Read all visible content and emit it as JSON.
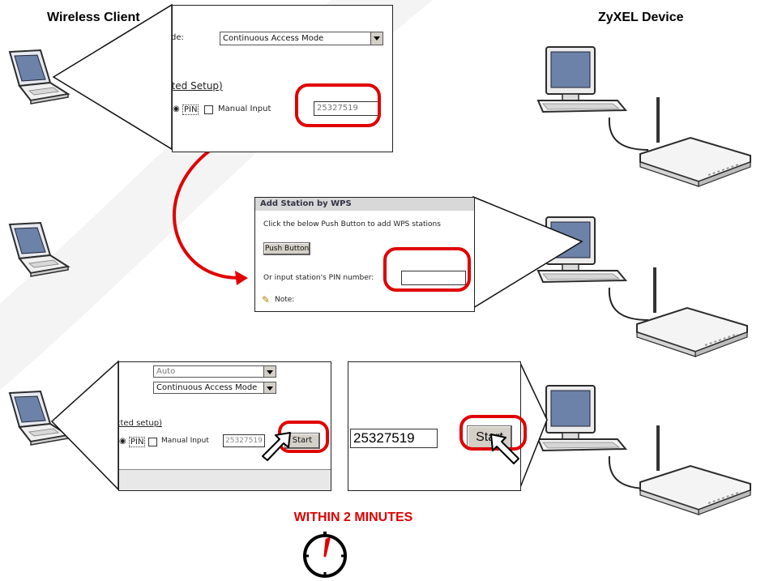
{
  "headers": {
    "client": "Wireless Client",
    "device": "ZyXEL Device"
  },
  "step1": {
    "mode_label": "de:",
    "mode_value": "Continuous Access Mode",
    "setup_link": "cted Setup)",
    "pin_label": "PIN",
    "manual_label": "Manual Input",
    "pin_value": "25327519"
  },
  "step2": {
    "title": "Add Station by WPS",
    "instruction": "Click the below Push Button to add WPS stations",
    "push_button": "Push Button",
    "pin_prompt": "Or input station's PIN number:",
    "note_label": "Note:"
  },
  "step3a": {
    "top_select": "Auto",
    "mode_value": "Continuous Access Mode",
    "setup_link": "cted setup)",
    "pin_label": "PIN",
    "manual_label": "Manual Input",
    "pin_value": "25327519",
    "start_button": "Start"
  },
  "step3b": {
    "pin_value": "25327519",
    "start_button": "Start"
  },
  "timing": {
    "label": "WITHIN 2 MINUTES"
  },
  "colors": {
    "highlight": "#e00000",
    "timing": "#e00000"
  }
}
